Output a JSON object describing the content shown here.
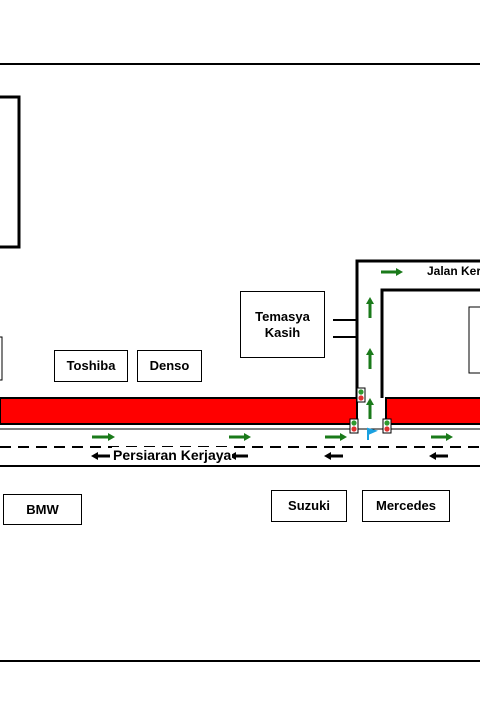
{
  "map": {
    "buildings": {
      "toshiba": "Toshiba",
      "denso": "Denso",
      "temasya_line1": "Temasya",
      "temasya_line2": "Kasih",
      "bmw": "BMW",
      "suzuki": "Suzuki",
      "mercedes": "Mercedes"
    },
    "roads": {
      "main_road": "Persiaran Kerjaya",
      "side_road": "Jalan Ker"
    },
    "colors": {
      "congestion": "#ff0000",
      "arrow_inbound": "#1a7a1a",
      "arrow_outbound": "#000000",
      "signal_red": "#e03030",
      "signal_green": "#2e9a2e",
      "flag": "#1aa0e0"
    }
  }
}
